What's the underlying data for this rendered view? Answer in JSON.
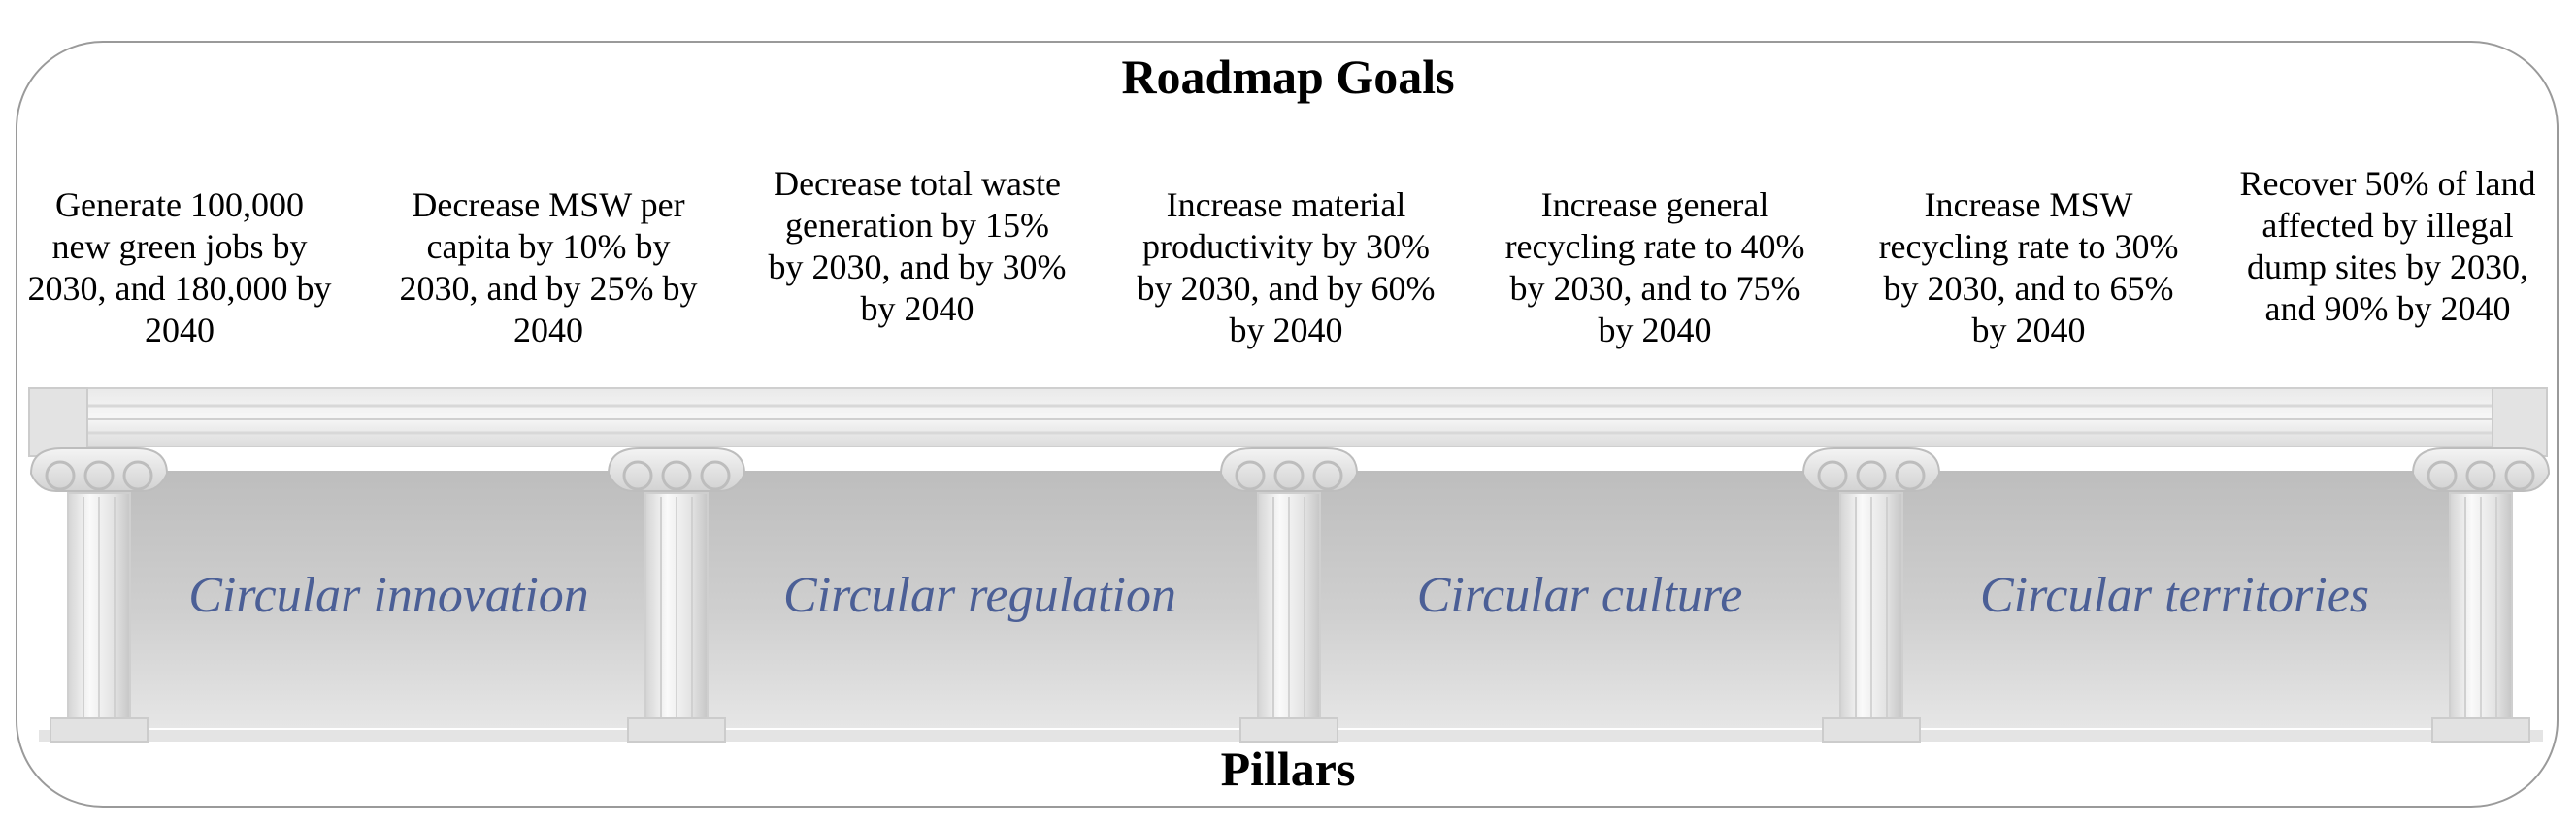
{
  "header": {
    "title": "Roadmap Goals"
  },
  "goals": [
    "Generate 100,000 new green jobs by 2030, and 180,000 by 2040",
    "Decrease MSW per capita by 10% by 2030, and by 25% by 2040",
    "Decrease total waste generation by 15% by 2030, and by 30% by 2040",
    "Increase material productivity by 30% by 2030, and by 60% by 2040",
    "Increase general recycling rate to 40% by 2030, and to 75% by 2040",
    "Increase MSW recycling rate to 30% by 2030, and to 65% by 2040",
    "Recover 50% of land affected by illegal dump sites by 2030, and 90% by 2040"
  ],
  "pillars": [
    {
      "label": "Circular innovation"
    },
    {
      "label": "Circular regulation"
    },
    {
      "label": "Circular culture"
    },
    {
      "label": "Circular territories"
    }
  ],
  "footer": {
    "title": "Pillars"
  },
  "colors": {
    "pillar_text": "#4b5f96",
    "panel": "#c8c8c8",
    "frame": "#9a9a9a"
  }
}
